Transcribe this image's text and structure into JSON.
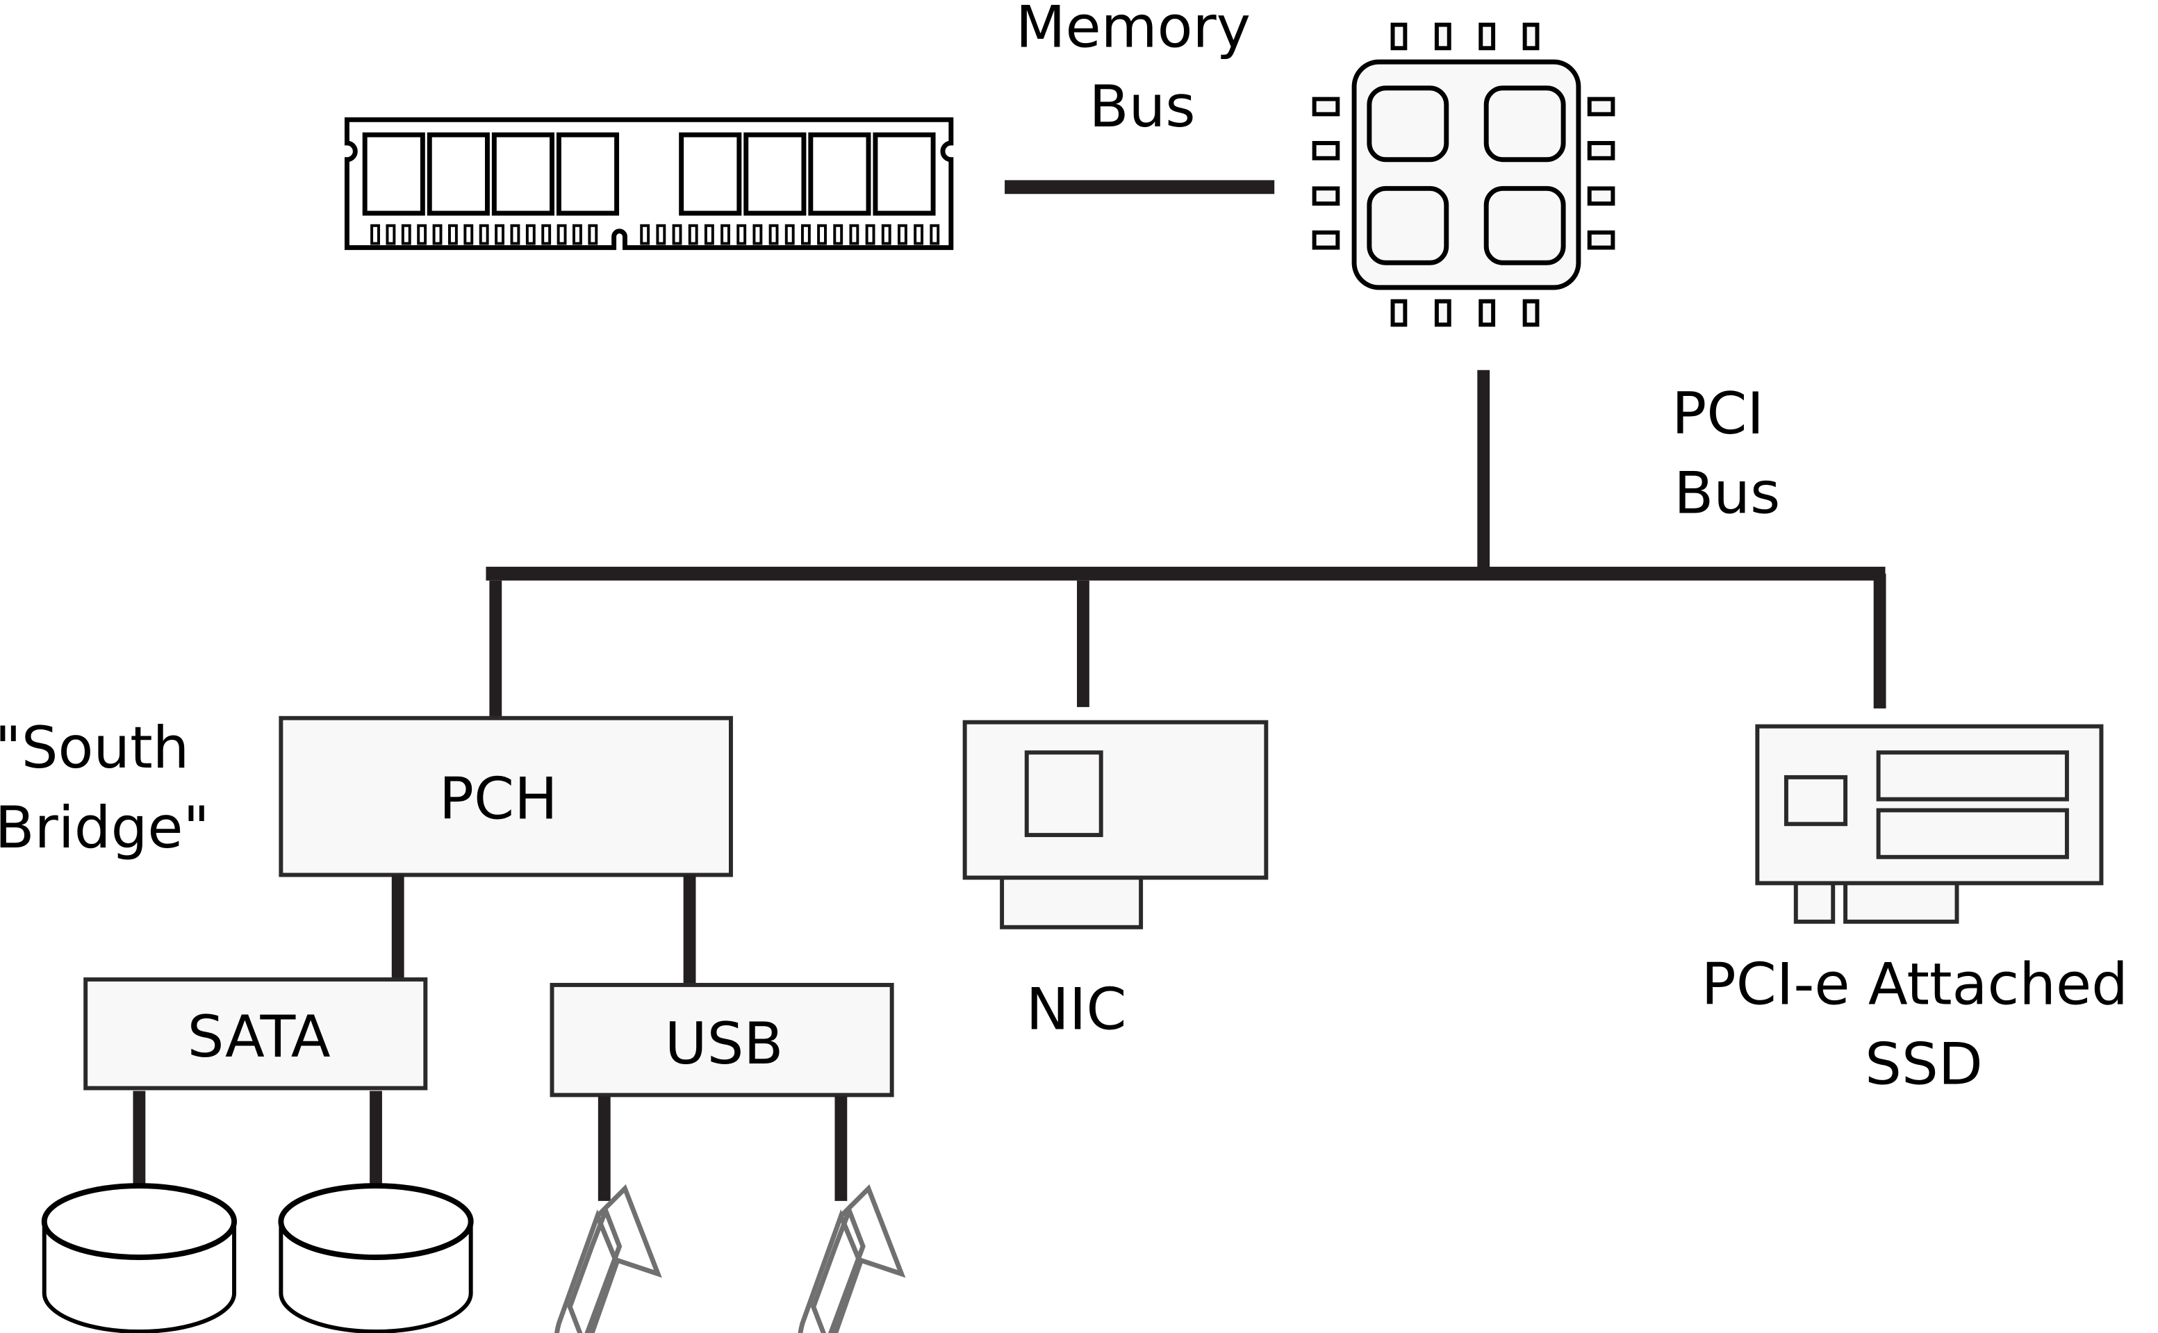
{
  "diagram": {
    "title": "PC I/O bus architecture",
    "labels": {
      "memory_bus": [
        "Memory",
        "Bus"
      ],
      "pci_bus": [
        "PCI",
        "Bus"
      ],
      "south_bridge": [
        "\"South",
        "Bridge\""
      ],
      "pch": "PCH",
      "sata": "SATA",
      "usb": "USB",
      "nic": "NIC",
      "ssd": [
        "PCI-e Attached",
        "SSD"
      ]
    },
    "components": [
      {
        "id": "ram",
        "icon": "ram-module-icon"
      },
      {
        "id": "cpu",
        "icon": "cpu-chip-icon"
      },
      {
        "id": "pch",
        "label": "PCH"
      },
      {
        "id": "nic",
        "icon": "network-card-icon"
      },
      {
        "id": "ssd",
        "icon": "pcie-ssd-card-icon"
      },
      {
        "id": "sata",
        "label": "SATA"
      },
      {
        "id": "usb",
        "label": "USB"
      },
      {
        "id": "disk-1",
        "icon": "disk-icon"
      },
      {
        "id": "disk-2",
        "icon": "disk-icon"
      },
      {
        "id": "usb-drive-1",
        "icon": "usb-drive-icon"
      },
      {
        "id": "usb-drive-2",
        "icon": "usb-drive-icon"
      }
    ],
    "connections": [
      [
        "ram",
        "cpu",
        "Memory Bus"
      ],
      [
        "cpu",
        "pci-bus",
        "PCI Bus"
      ],
      [
        "pci-bus",
        "pch"
      ],
      [
        "pci-bus",
        "nic"
      ],
      [
        "pci-bus",
        "ssd"
      ],
      [
        "pch",
        "sata"
      ],
      [
        "pch",
        "usb"
      ],
      [
        "sata",
        "disk-1"
      ],
      [
        "sata",
        "disk-2"
      ],
      [
        "usb",
        "usb-drive-1"
      ],
      [
        "usb",
        "usb-drive-2"
      ]
    ],
    "colors": {
      "line": "#231f20",
      "box_fill": "#f8f8f8",
      "box_stroke": "#2b2a29",
      "usb_icon": "#707070"
    }
  }
}
